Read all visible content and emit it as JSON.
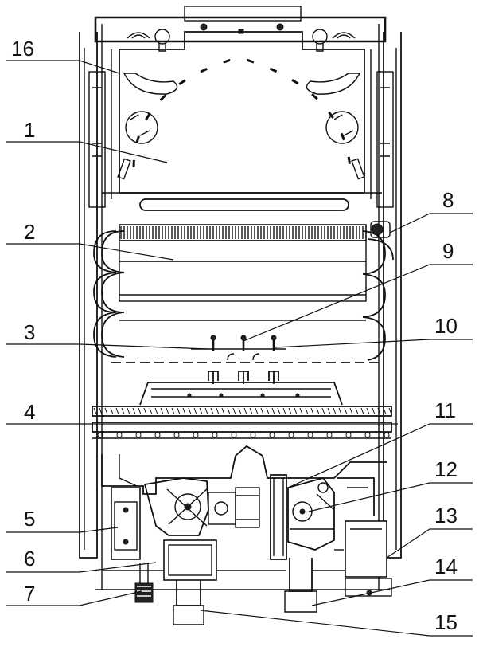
{
  "callouts": [
    {
      "id": "16",
      "label": "16"
    },
    {
      "id": "1",
      "label": "1"
    },
    {
      "id": "2",
      "label": "2"
    },
    {
      "id": "3",
      "label": "3"
    },
    {
      "id": "4",
      "label": "4"
    },
    {
      "id": "5",
      "label": "5"
    },
    {
      "id": "6",
      "label": "6"
    },
    {
      "id": "7",
      "label": "7"
    },
    {
      "id": "8",
      "label": "8"
    },
    {
      "id": "9",
      "label": "9"
    },
    {
      "id": "10",
      "label": "10"
    },
    {
      "id": "11",
      "label": "11"
    },
    {
      "id": "12",
      "label": "12"
    },
    {
      "id": "13",
      "label": "13"
    },
    {
      "id": "14",
      "label": "14"
    },
    {
      "id": "15",
      "label": "15"
    }
  ]
}
